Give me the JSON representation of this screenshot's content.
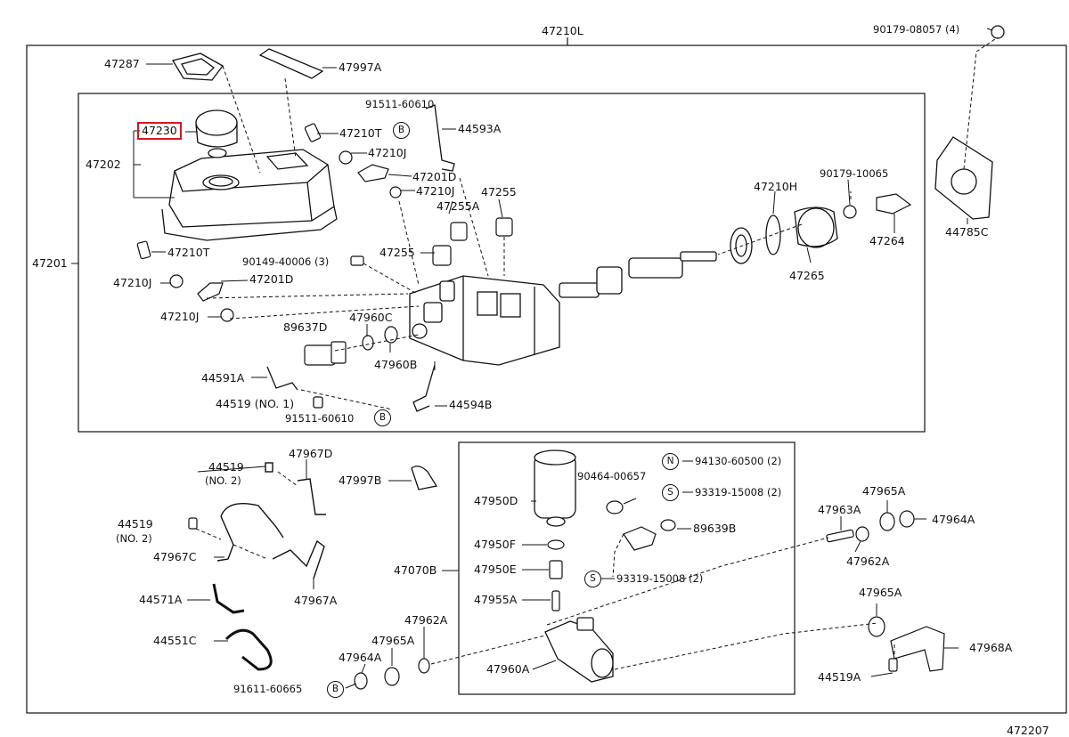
{
  "diagram": {
    "outer_assembly": "47210L",
    "sheet_number": "472207",
    "highlight_color": "#d8141e",
    "highlighted_part": "47230"
  },
  "parts": {
    "p47210L": "47210L",
    "p90179_08057": "90179-08057 (4)",
    "p47287": "47287",
    "p47997A": "47997A",
    "p91511_60610_top": "91511-60610",
    "p44593A": "44593A",
    "p47230": "47230",
    "p47202": "47202",
    "p47210T_top": "47210T",
    "p47210J_1": "47210J",
    "p47201D_top": "47201D",
    "p47210J_2": "47210J",
    "p47255_top": "47255",
    "p47255A": "47255A",
    "p47255_mid": "47255",
    "p47210H": "47210H",
    "p90179_10065": "90179-10065",
    "p47264": "47264",
    "p47265": "47265",
    "p44785C": "44785C",
    "p47201": "47201",
    "p47210T_bot": "47210T",
    "p47210J_3": "47210J",
    "p47201D_bot": "47201D",
    "p47210J_4": "47210J",
    "p90149_40006": "90149-40006 (3)",
    "p89637D": "89637D",
    "p47960C": "47960C",
    "p47960B": "47960B",
    "p44591A": "44591A",
    "p44519_no1": "44519 (NO. 1)",
    "p91511_60610_bot": "91511-60610",
    "p44594B": "44594B",
    "p44519_no2a": "44519",
    "p44519_no2a_sub": "(NO. 2)",
    "p47967D": "47967D",
    "p47997B": "47997B",
    "p44519_no2b": "44519",
    "p44519_no2b_sub": "(NO. 2)",
    "p47967C": "47967C",
    "p47967A": "47967A",
    "p44571A": "44571A",
    "p44551C": "44551C",
    "p91611_60665": "91611-60665",
    "p47964A_bot": "47964A",
    "p47965A_bot": "47965A",
    "p47962A_bot": "47962A",
    "p47950D": "47950D",
    "p90464_00657": "90464-00657",
    "p94130_60500": "94130-60500 (2)",
    "p93319_15008_a": "93319-15008 (2)",
    "p89639B": "89639B",
    "p47950F": "47950F",
    "p47950E": "47950E",
    "p93319_15008_b": "93319-15008 (2)",
    "p47070B": "47070B",
    "p47955A": "47955A",
    "p47960A": "47960A",
    "p47963A": "47963A",
    "p47965A_r1": "47965A",
    "p47964A_r": "47964A",
    "p47962A_r": "47962A",
    "p47965A_r2": "47965A",
    "p47968A": "47968A",
    "p44519A": "44519A"
  },
  "symbols": {
    "B": "B",
    "N": "N",
    "S": "S"
  }
}
